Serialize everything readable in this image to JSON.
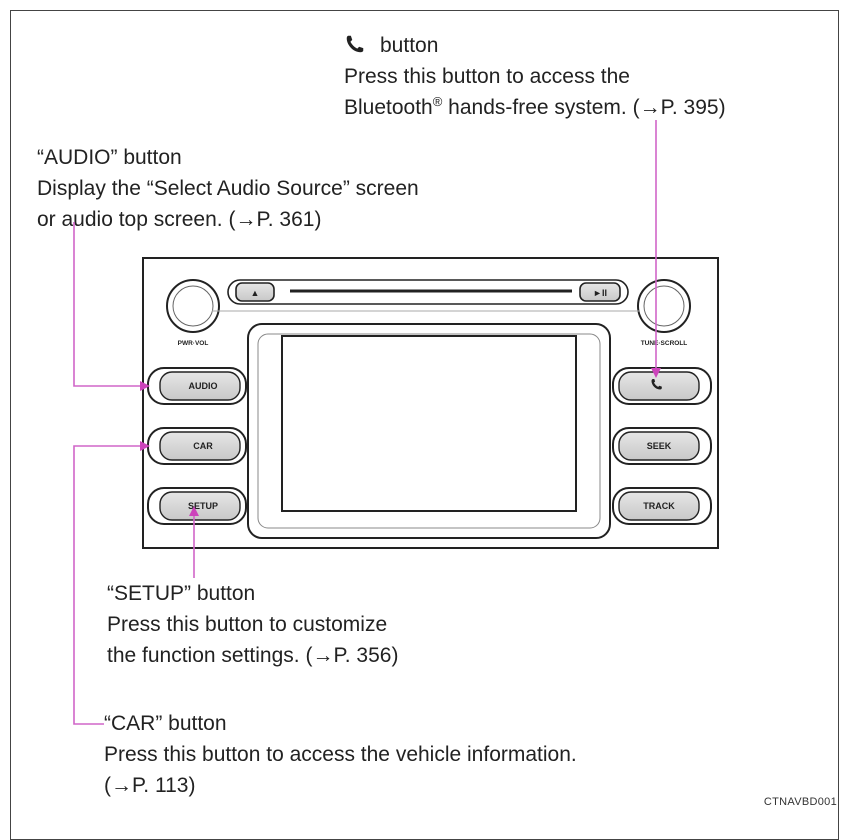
{
  "callouts": {
    "phone": {
      "title": "button",
      "line1": "Press this button to access the",
      "line2_pre": "Bluetooth",
      "line2_sup": "®",
      "line2_post": " hands-free system. (→P. 395)"
    },
    "audio": {
      "title": "“AUDIO” button",
      "line1": "Display the “Select Audio Source” screen",
      "line2": "or audio top screen. (→P. 361)"
    },
    "setup": {
      "title": "“SETUP” button",
      "line1": "Press this button to customize",
      "line2": "the function settings. (→P. 356)"
    },
    "car": {
      "title": "“CAR” button",
      "line1": "Press this button to access the vehicle information.",
      "line2": "(→P. 113)"
    }
  },
  "unit": {
    "knob_left_label": "PWR·VOL",
    "knob_right_label": "TUNE·SCROLL",
    "eject_label": "▲",
    "play_label": "►II",
    "left_buttons": [
      "AUDIO",
      "CAR",
      "SETUP"
    ],
    "right_buttons": [
      "SEEK",
      "TRACK"
    ]
  },
  "colors": {
    "leader": "#d066c8",
    "arrow": "#cc44bb",
    "outline": "#222222"
  },
  "figure_code": "CTNAVBD001"
}
